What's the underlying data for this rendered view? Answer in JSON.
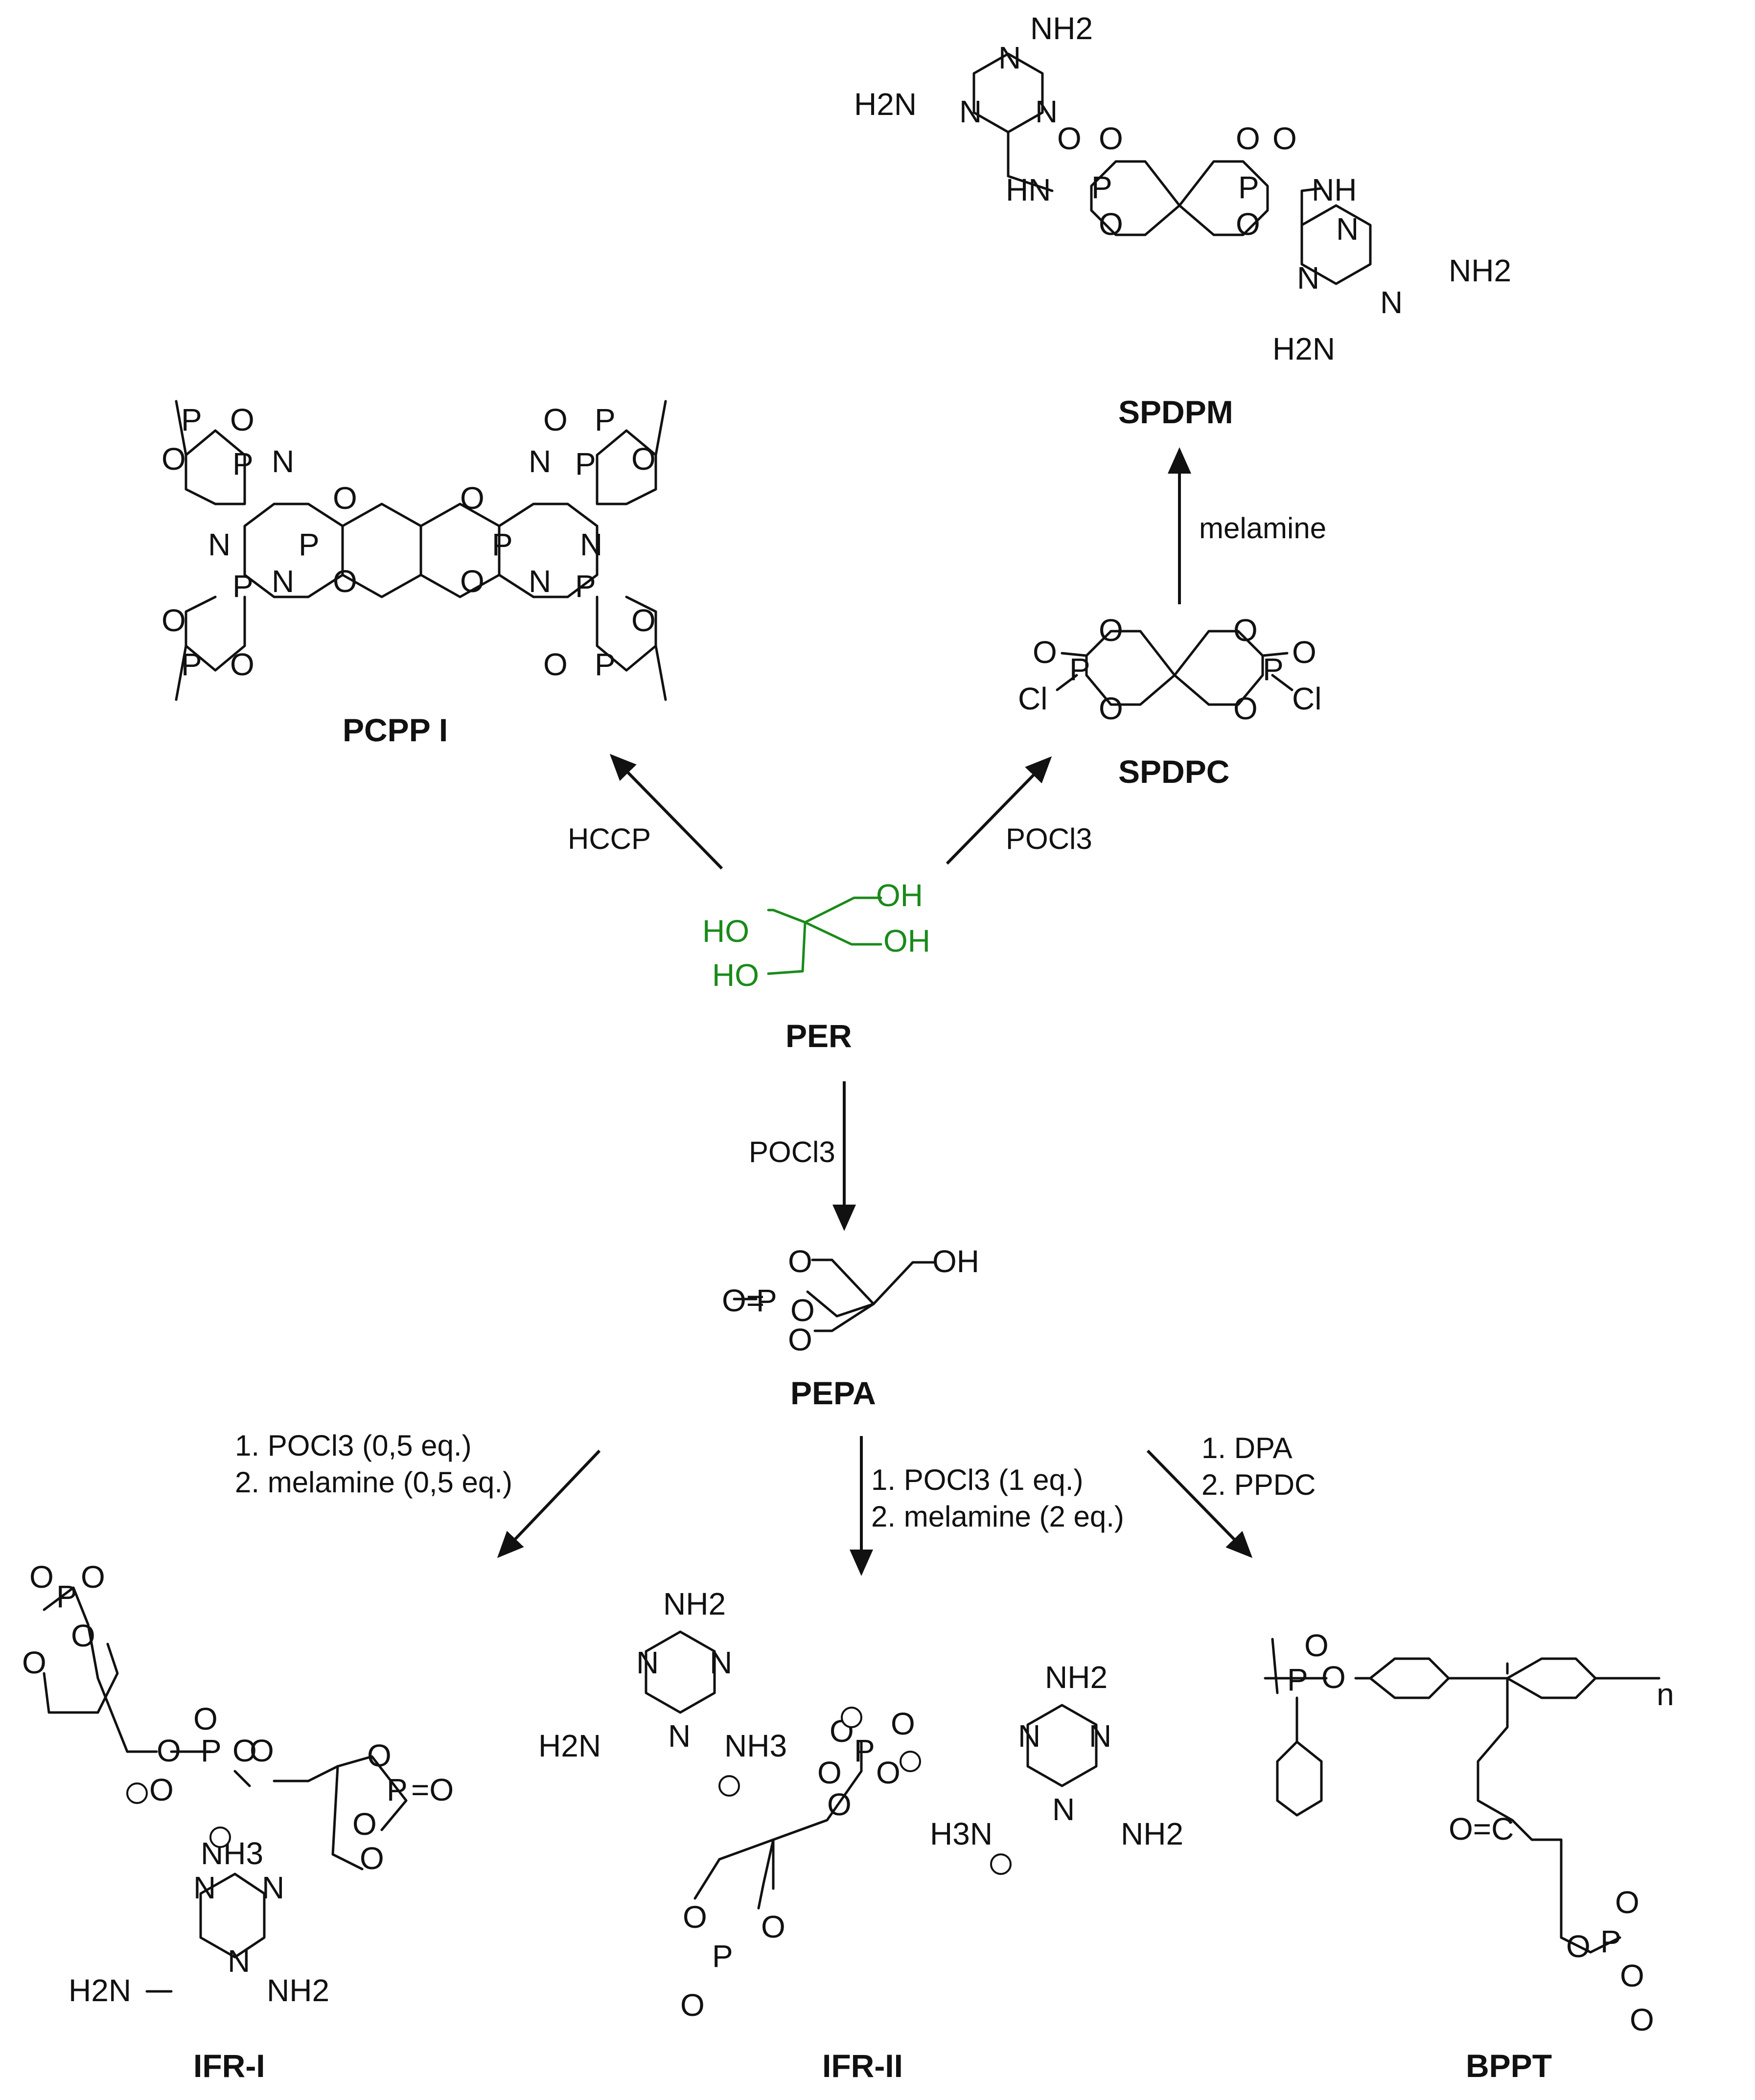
{
  "compounds": {
    "per": {
      "label": "PER",
      "atoms": [
        "HO",
        "OH",
        "OH",
        "HO"
      ]
    },
    "pcpp": {
      "label": "PCPP I"
    },
    "spdpc": {
      "label": "SPDPC",
      "atoms": [
        "Cl",
        "Cl",
        "O",
        "O"
      ]
    },
    "spdpm": {
      "label": "SPDPM",
      "atoms": [
        "NH2",
        "H2N",
        "HN",
        "NH",
        "NH2",
        "H2N"
      ]
    },
    "pepa": {
      "label": "PEPA",
      "atoms": [
        "OH",
        "O="
      ]
    },
    "ifr1": {
      "label": "IFR-I",
      "atoms": [
        "NH3",
        "H2N",
        "NH2"
      ]
    },
    "ifr2": {
      "label": "IFR-II",
      "atoms": [
        "NH2",
        "H2N",
        "NH3",
        "NH2",
        "H3N",
        "NH2"
      ]
    },
    "bppt": {
      "label": "BPPT",
      "atoms": [
        "O=C",
        "n"
      ]
    }
  },
  "reagents": {
    "hccp": "HCCP",
    "pocl3_right": "POCl3",
    "melamine": "melamine",
    "pocl3_down": "POCl3",
    "ifr1_step1": "1. POCl3 (0,5 eq.)",
    "ifr1_step2": "2. melamine (0,5 eq.)",
    "ifr2_step1": "1. POCl3 (1 eq.)",
    "ifr2_step2": "2. melamine (2 eq.)",
    "bppt_step1": "1. DPA",
    "bppt_step2": "2. PPDC"
  },
  "colors": {
    "per_structure": "#1a8a1a",
    "ink": "#111111"
  }
}
